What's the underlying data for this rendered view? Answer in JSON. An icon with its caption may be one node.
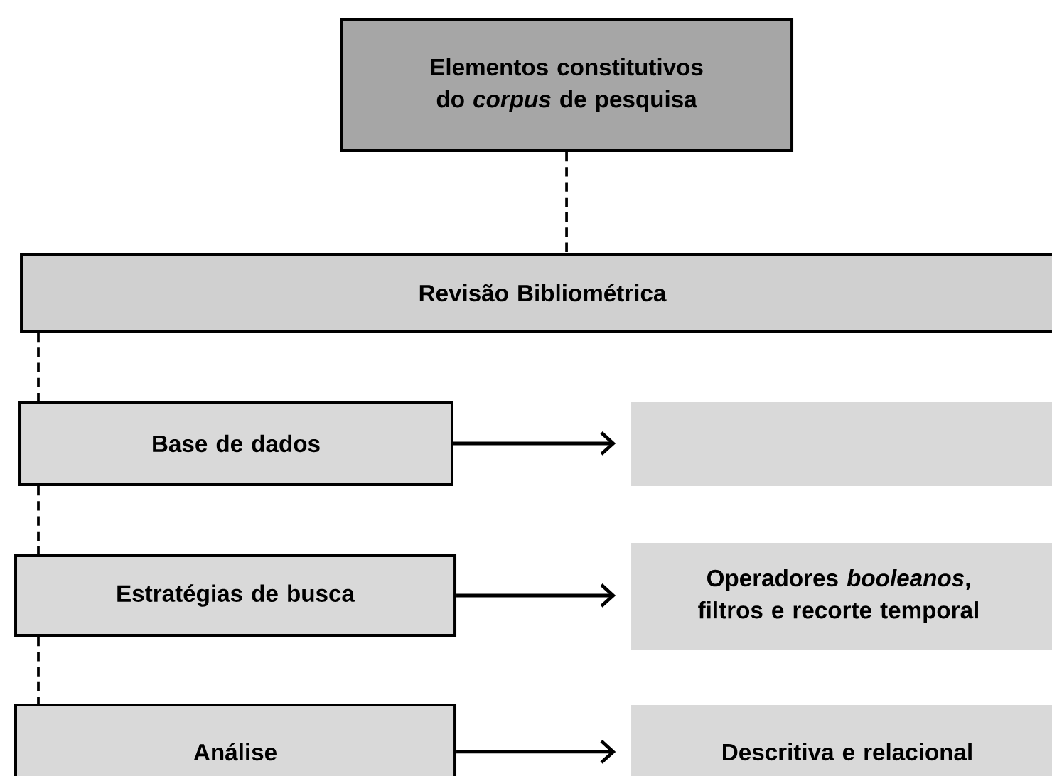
{
  "diagram": {
    "nodes": [
      {
        "text": [
          "Elementos constitutivos do *corpus* de pesquisa"
        ]
      },
      {
        "text": [
          "Revisão Bibliométrica"
        ]
      },
      {
        "text": [
          "Base de dados"
        ]
      },
      {
        "text": [],
        "shape": "box"
      },
      {
        "text": [
          "Estratégias de busca"
        ]
      },
      {
        "text": [
          "Operadores *booleanos*, filtros e recorte temporal"
        ]
      },
      {
        "text": [
          "Análise"
        ]
      },
      {
        "text": [
          "Descritiva e relacional"
        ]
      }
    ],
    "edges": [
      {
        "from": 0,
        "to": 1,
        "arrow": "none",
        "style": "dashed"
      },
      {
        "from": 1,
        "to": 2,
        "arrow": "none",
        "style": "dashed"
      },
      {
        "from": 2,
        "to": 4,
        "arrow": "none",
        "style": "dashed"
      },
      {
        "from": 4,
        "to": 6,
        "arrow": "none",
        "style": "dashed"
      },
      {
        "from": 2,
        "to": 3,
        "arrow": "to"
      },
      {
        "from": 4,
        "to": 5,
        "arrow": "to"
      },
      {
        "from": 6,
        "to": 7,
        "arrow": "to"
      }
    ]
  }
}
